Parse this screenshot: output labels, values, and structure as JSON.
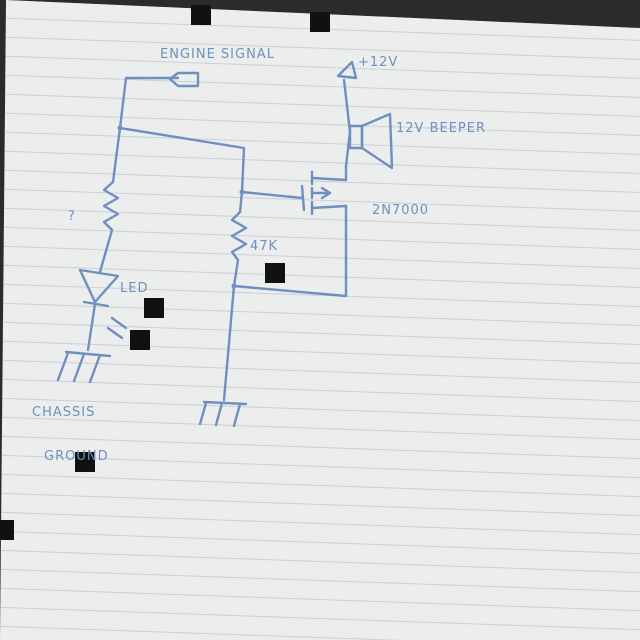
{
  "labels": {
    "engine_signal": "ENGINE SIGNAL",
    "supply": "+12V",
    "beeper": "12V BEEPER",
    "mosfet": "2N7000",
    "resistor_value": "47K",
    "unknown_resistor": "?",
    "led": "LED",
    "chassis": "CHASSIS",
    "ground": "GROUND"
  },
  "colors": {
    "ink": "#6f8fc0",
    "paper": "#eceeee",
    "rule_line": "#c9cfd6",
    "background": "#2b2b2b"
  }
}
